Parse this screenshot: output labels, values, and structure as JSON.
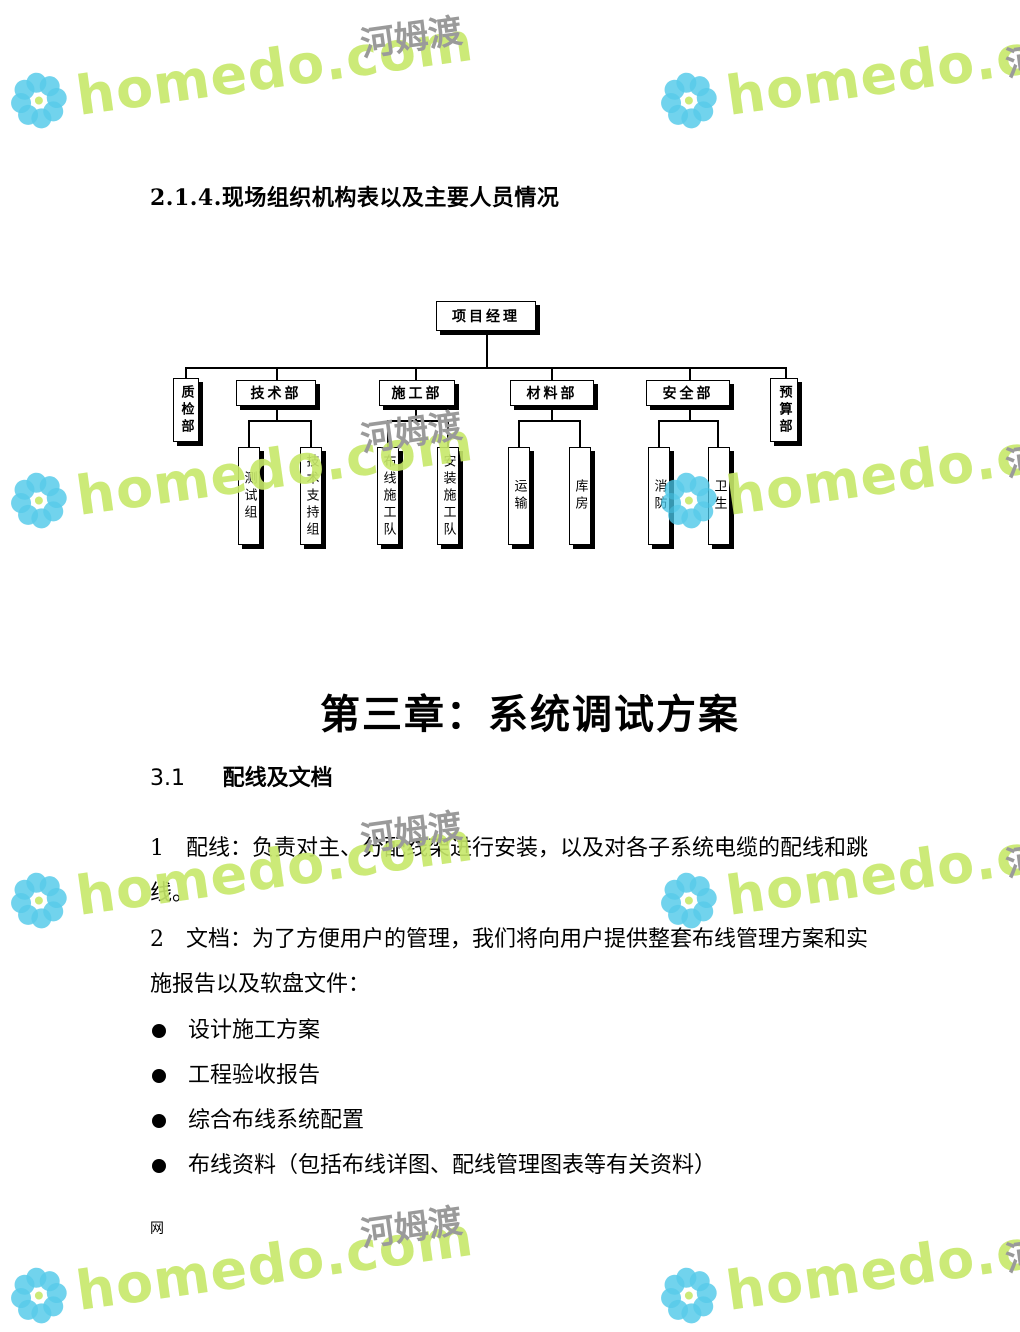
{
  "section_heading": "2.1.4.现场组织机构表以及主要人员情况",
  "org_chart": {
    "root": "项目经理",
    "departments": [
      {
        "label": "质检部"
      },
      {
        "label": "技术部",
        "children": [
          "测试组",
          "技术支持组"
        ]
      },
      {
        "label": "施工部",
        "children": [
          "布线施工队",
          "安装施工队"
        ]
      },
      {
        "label": "材料部",
        "children": [
          "运输",
          "库房"
        ]
      },
      {
        "label": "安全部",
        "children": [
          "消防",
          "卫生"
        ]
      },
      {
        "label": "预算部"
      }
    ]
  },
  "chapter_title": "第三章：系统调试方案",
  "subsection": {
    "number": "3.1",
    "title": "配线及文档"
  },
  "paragraphs": [
    "1　配线：负责对主、分配线架进行安装，以及对各子系统电缆的配线和跳线。",
    "2　文档：为了方便用户的管理，我们将向用户提供整套布线管理方案和实施报告以及软盘文件："
  ],
  "bullets": [
    "设计施工方案",
    "工程验收报告",
    "综合布线系统配置",
    "布线资料（包括布线详图、配线管理图表等有关资料）"
  ],
  "footer": "网",
  "watermark": {
    "brand": "homedo.com",
    "brand_cn": "河姆渡",
    "colors": {
      "text": "#c7e86a",
      "flower": "#46c6e8",
      "cn": "#9a9a9a"
    }
  }
}
